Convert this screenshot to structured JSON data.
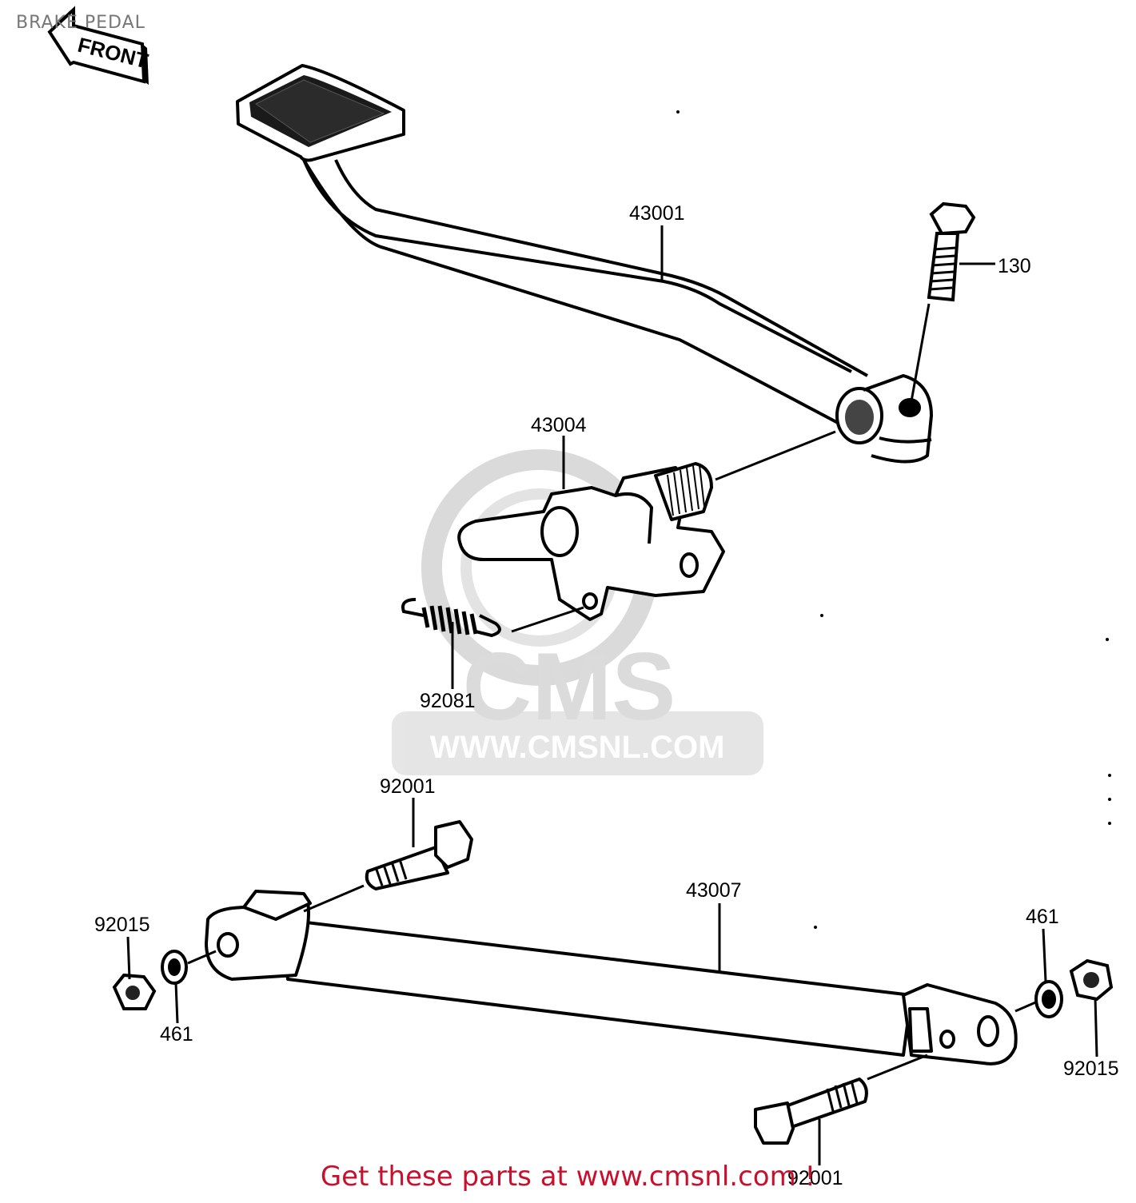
{
  "page": {
    "title": "BRAKE PEDAL"
  },
  "orientation": {
    "front_arrow": "FRONT"
  },
  "watermark": {
    "brand": "CMS",
    "url": "WWW.CMSNL.COM"
  },
  "parts": {
    "brake_pedal": "43001",
    "bolt_pedal": "130",
    "shaft_arm": "43004",
    "spring": "92081",
    "bolt_upper": "92001",
    "rod": "43007",
    "nut_left": "92015",
    "washer_left": "461",
    "washer_right": "461",
    "nut_right": "92015",
    "bolt_lower": "92001"
  },
  "footer": {
    "text": "Get these parts at www.cmsnl.com !"
  },
  "colors": {
    "line": "#000000",
    "watermark": "#cfcfcf",
    "footer": "#c8102e"
  }
}
